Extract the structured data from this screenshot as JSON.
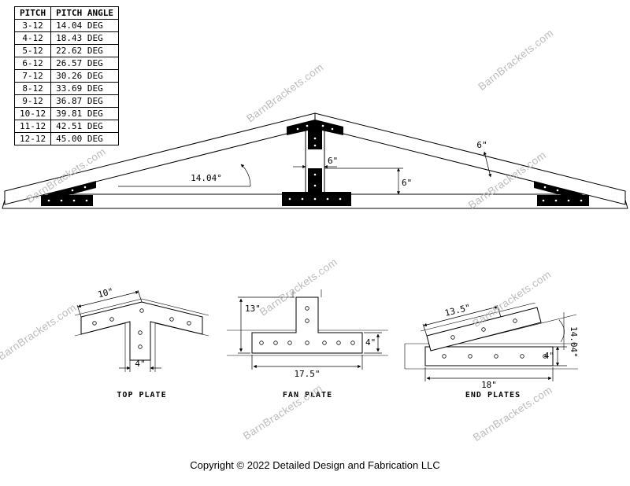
{
  "watermark": {
    "text": "BarnBrackets.com",
    "color": "#bcbcbc",
    "positions": [
      [
        655,
        76,
        -38
      ],
      [
        362,
        118,
        -36
      ],
      [
        84,
        223,
        -33
      ],
      [
        644,
        229,
        -35
      ],
      [
        379,
        365,
        -35
      ],
      [
        650,
        380,
        -34
      ],
      [
        47,
        422,
        -34
      ],
      [
        359,
        524,
        -33
      ],
      [
        651,
        526,
        -33
      ]
    ]
  },
  "pitch_table": {
    "headers": [
      "PITCH",
      "PITCH ANGLE"
    ],
    "rows": [
      [
        "3-12",
        "14.04 DEG"
      ],
      [
        "4-12",
        "18.43 DEG"
      ],
      [
        "5-12",
        "22.62 DEG"
      ],
      [
        "6-12",
        "26.57 DEG"
      ],
      [
        "7-12",
        "30.26 DEG"
      ],
      [
        "8-12",
        "33.69 DEG"
      ],
      [
        "9-12",
        "36.87 DEG"
      ],
      [
        "10-12",
        "39.81 DEG"
      ],
      [
        "11-12",
        "42.51 DEG"
      ],
      [
        "12-12",
        "45.00 DEG"
      ]
    ]
  },
  "truss": {
    "labels": {
      "pitch_angle": "14.04°",
      "post_width": "6\"",
      "rafter_depth": "6\"",
      "fan_leg_height": "6\""
    }
  },
  "details": {
    "top_plate": {
      "title": "TOP PLATE",
      "dim_arm": "10\"",
      "dim_leg": "4\""
    },
    "fan_plate": {
      "title": "FAN PLATE",
      "dim_height": "13\"",
      "dim_bar_height": "4\"",
      "dim_length": "17.5\""
    },
    "end_plates": {
      "title": "END PLATES",
      "dim_rafter": "13.5\"",
      "dim_bar_height": "4\"",
      "dim_length": "18\"",
      "dim_angle": "14.04°"
    }
  },
  "footer": {
    "copyright": "Copyright © 2022 Detailed Design and Fabrication LLC"
  }
}
